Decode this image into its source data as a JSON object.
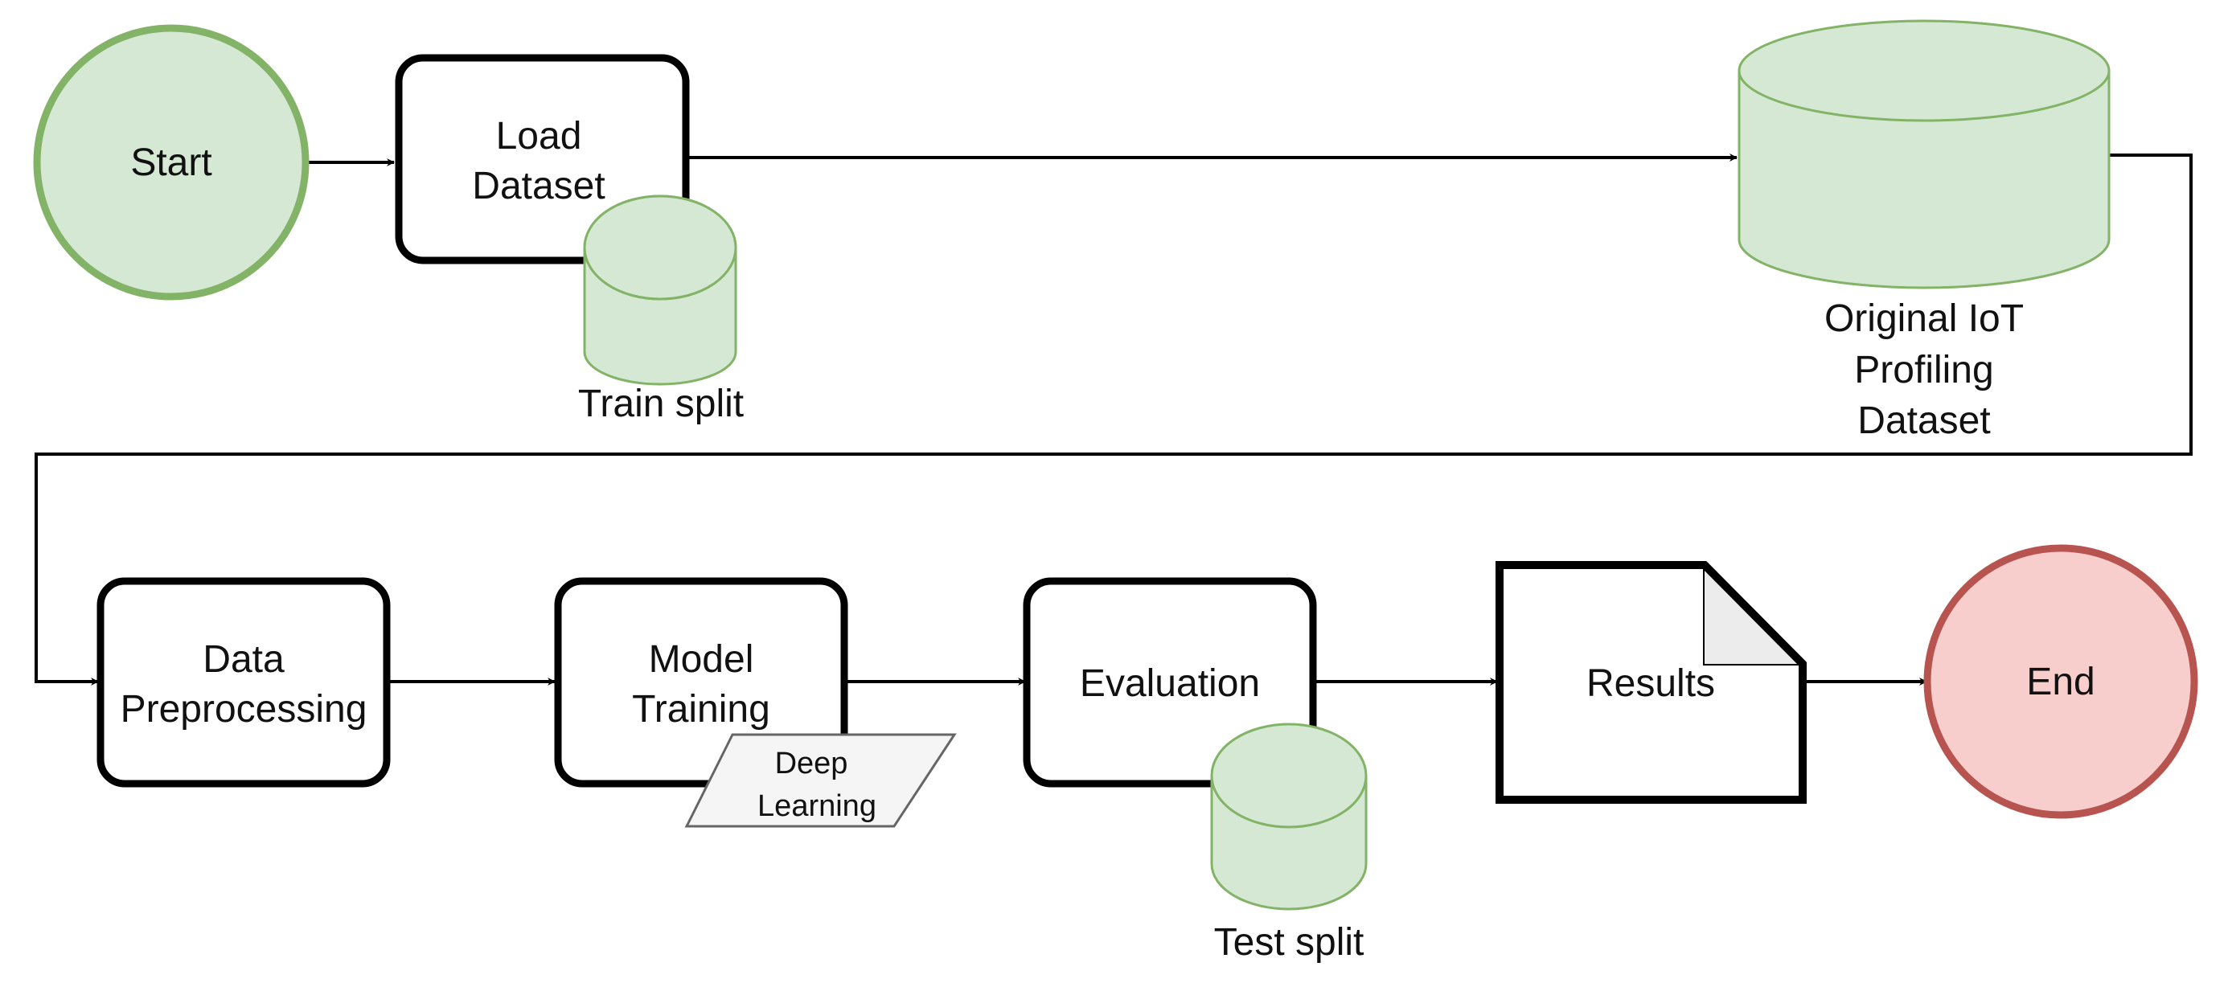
{
  "nodes": {
    "start": {
      "label": "Start"
    },
    "load_dataset": {
      "label_lines": [
        "Load",
        "Dataset"
      ]
    },
    "train_split": {
      "label": "Train split"
    },
    "original_dataset": {
      "label_lines": [
        "Original IoT",
        "Profiling",
        "Dataset"
      ]
    },
    "data_preprocessing": {
      "label_lines": [
        "Data",
        "Preprocessing"
      ]
    },
    "model_training": {
      "label_lines": [
        "Model",
        "Training"
      ]
    },
    "deep_learning": {
      "label_lines": [
        "Deep",
        "Learning"
      ]
    },
    "evaluation": {
      "label": "Evaluation"
    },
    "test_split": {
      "label": "Test split"
    },
    "results": {
      "label": "Results"
    },
    "end": {
      "label": "End"
    }
  },
  "colors": {
    "green_fill": "#d5e8d4",
    "green_stroke": "#82b366",
    "red_fill": "#f8cecc",
    "red_stroke": "#b85450",
    "gray_fill": "#f5f5f5",
    "gray_stroke": "#666666",
    "black": "#000000"
  }
}
